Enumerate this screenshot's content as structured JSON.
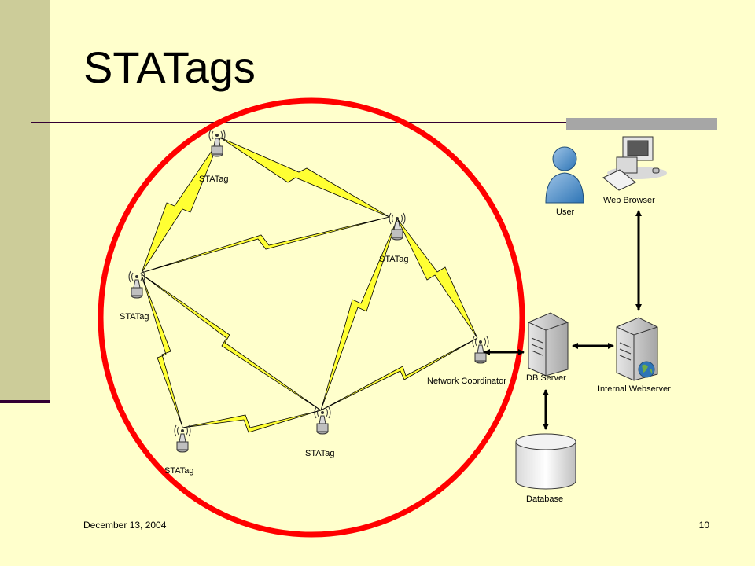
{
  "slide": {
    "title": "STATags",
    "date": "December 13, 2004",
    "page_number": "10"
  },
  "nodes": {
    "statag_top": "STATag",
    "statag_right": "STATag",
    "statag_left": "STATag",
    "statag_bottom_left": "STATag",
    "statag_bottom_center": "STATag",
    "network_coordinator": "Network Coordinator",
    "user": "User",
    "web_browser": "Web Browser",
    "db_server": "DB Server",
    "internal_webserver": "Internal Webserver",
    "database": "Database"
  },
  "colors": {
    "background": "#FFFFCC",
    "sidebar": "#CCCC99",
    "rule": "#330033",
    "circle": "#FF0000",
    "wireless_link": "#FFFF33"
  }
}
